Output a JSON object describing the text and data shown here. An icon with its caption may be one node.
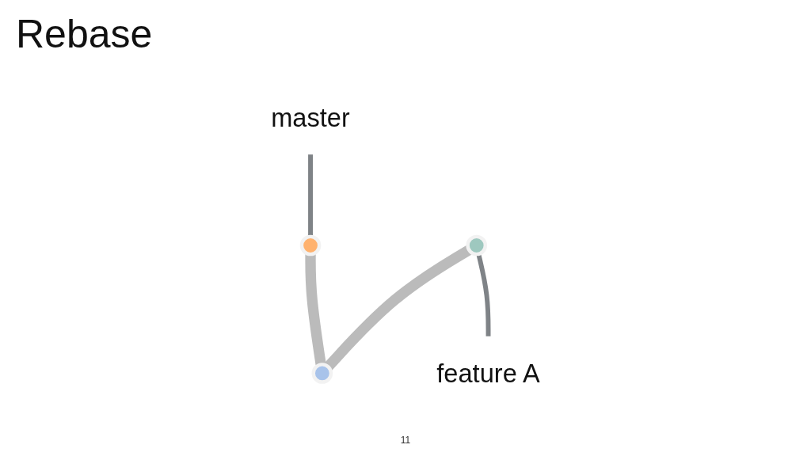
{
  "diagram": {
    "title": "Rebase",
    "nodes": [
      {
        "text": [
          "master"
        ]
      },
      {
        "text": [],
        "shape": "circle"
      },
      {
        "text": [
          "feature A"
        ]
      },
      {
        "text": [],
        "shape": "circle"
      },
      {
        "text": [],
        "shape": "circle"
      }
    ],
    "edges": [
      {
        "from": 1,
        "to": 0,
        "arrow": "none"
      },
      {
        "from": 2,
        "to": 3,
        "arrow": "none"
      },
      {
        "from": 4,
        "to": 1,
        "arrow": "none",
        "style": "thick",
        "color": "#bbbbbb"
      },
      {
        "from": 4,
        "to": 3,
        "arrow": "none",
        "style": "thick",
        "color": "#bbbbbb"
      }
    ],
    "labels": [
      "11"
    ]
  }
}
